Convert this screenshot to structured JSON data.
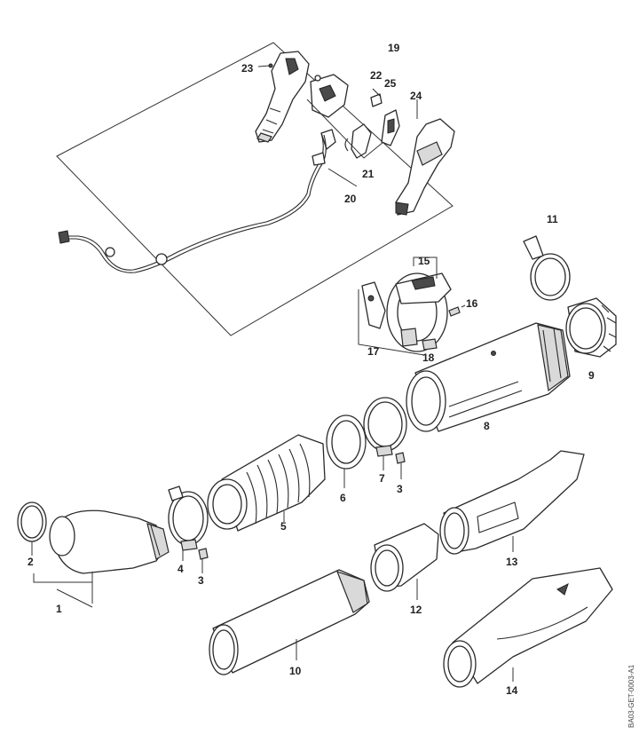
{
  "callouts": {
    "c1": "1",
    "c2": "2",
    "c3a": "3",
    "c3b": "3",
    "c4": "4",
    "c5": "5",
    "c6": "6",
    "c7": "7",
    "c8": "8",
    "c9": "9",
    "c10": "10",
    "c11": "11",
    "c12": "12",
    "c13": "13",
    "c14": "14",
    "c15": "15",
    "c16": "16",
    "c17": "17",
    "c18": "18",
    "c19": "19",
    "c20": "20",
    "c21": "21",
    "c22": "22",
    "c23": "23",
    "c24": "24",
    "c25": "25"
  },
  "document_code": "BA03-GET-0003-A1"
}
